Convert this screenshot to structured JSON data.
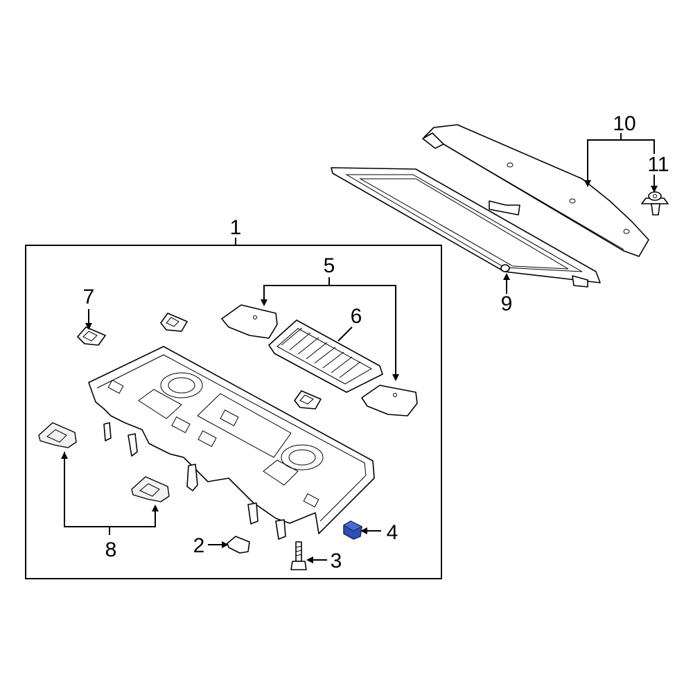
{
  "diagram": {
    "callouts": {
      "c1": "1",
      "c2": "2",
      "c3": "3",
      "c4": "4",
      "c5": "5",
      "c6": "6",
      "c7": "7",
      "c8": "8",
      "c9": "9",
      "c10": "10",
      "c11": "11"
    },
    "colors": {
      "highlight_part": "#2f4fb5",
      "line": "#000000",
      "background": "#ffffff"
    }
  }
}
